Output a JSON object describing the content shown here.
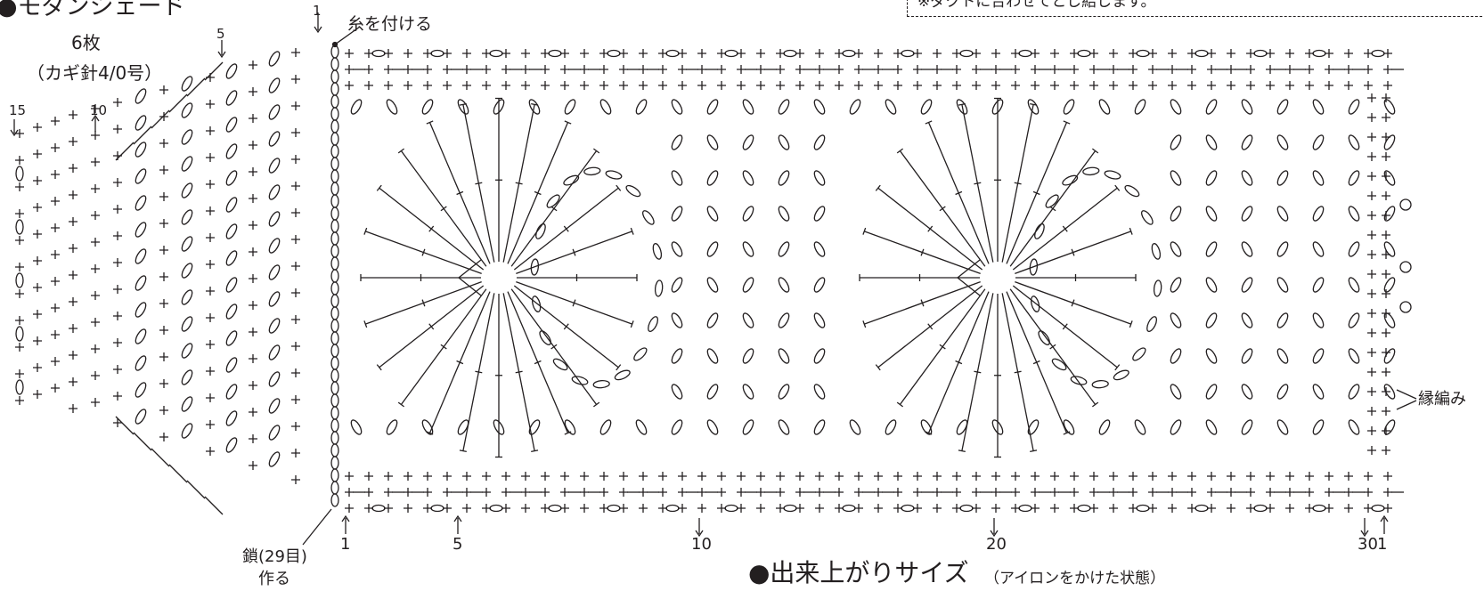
{
  "title": "●モダンシェード",
  "count": "6枚",
  "hook": "（カギ針4/0号）",
  "note": "※ダクトに合わせてとじ結じます。",
  "attach_label": "糸を付ける",
  "chain_label": "鎖(29目)",
  "chain_label2": "作る",
  "edge_label": "縁編み",
  "finish_title": "●出来上がりサイズ",
  "finish_sub": "（アイロンをかけた状態）",
  "row_labels": {
    "top_1": "1",
    "top_5": "5",
    "top_10": "10",
    "top_15": "15",
    "bottom_1": "1",
    "bottom_5": "5",
    "bottom_10": "10",
    "bottom_20": "20",
    "bottom_30": "30",
    "bottom_end": "1"
  }
}
